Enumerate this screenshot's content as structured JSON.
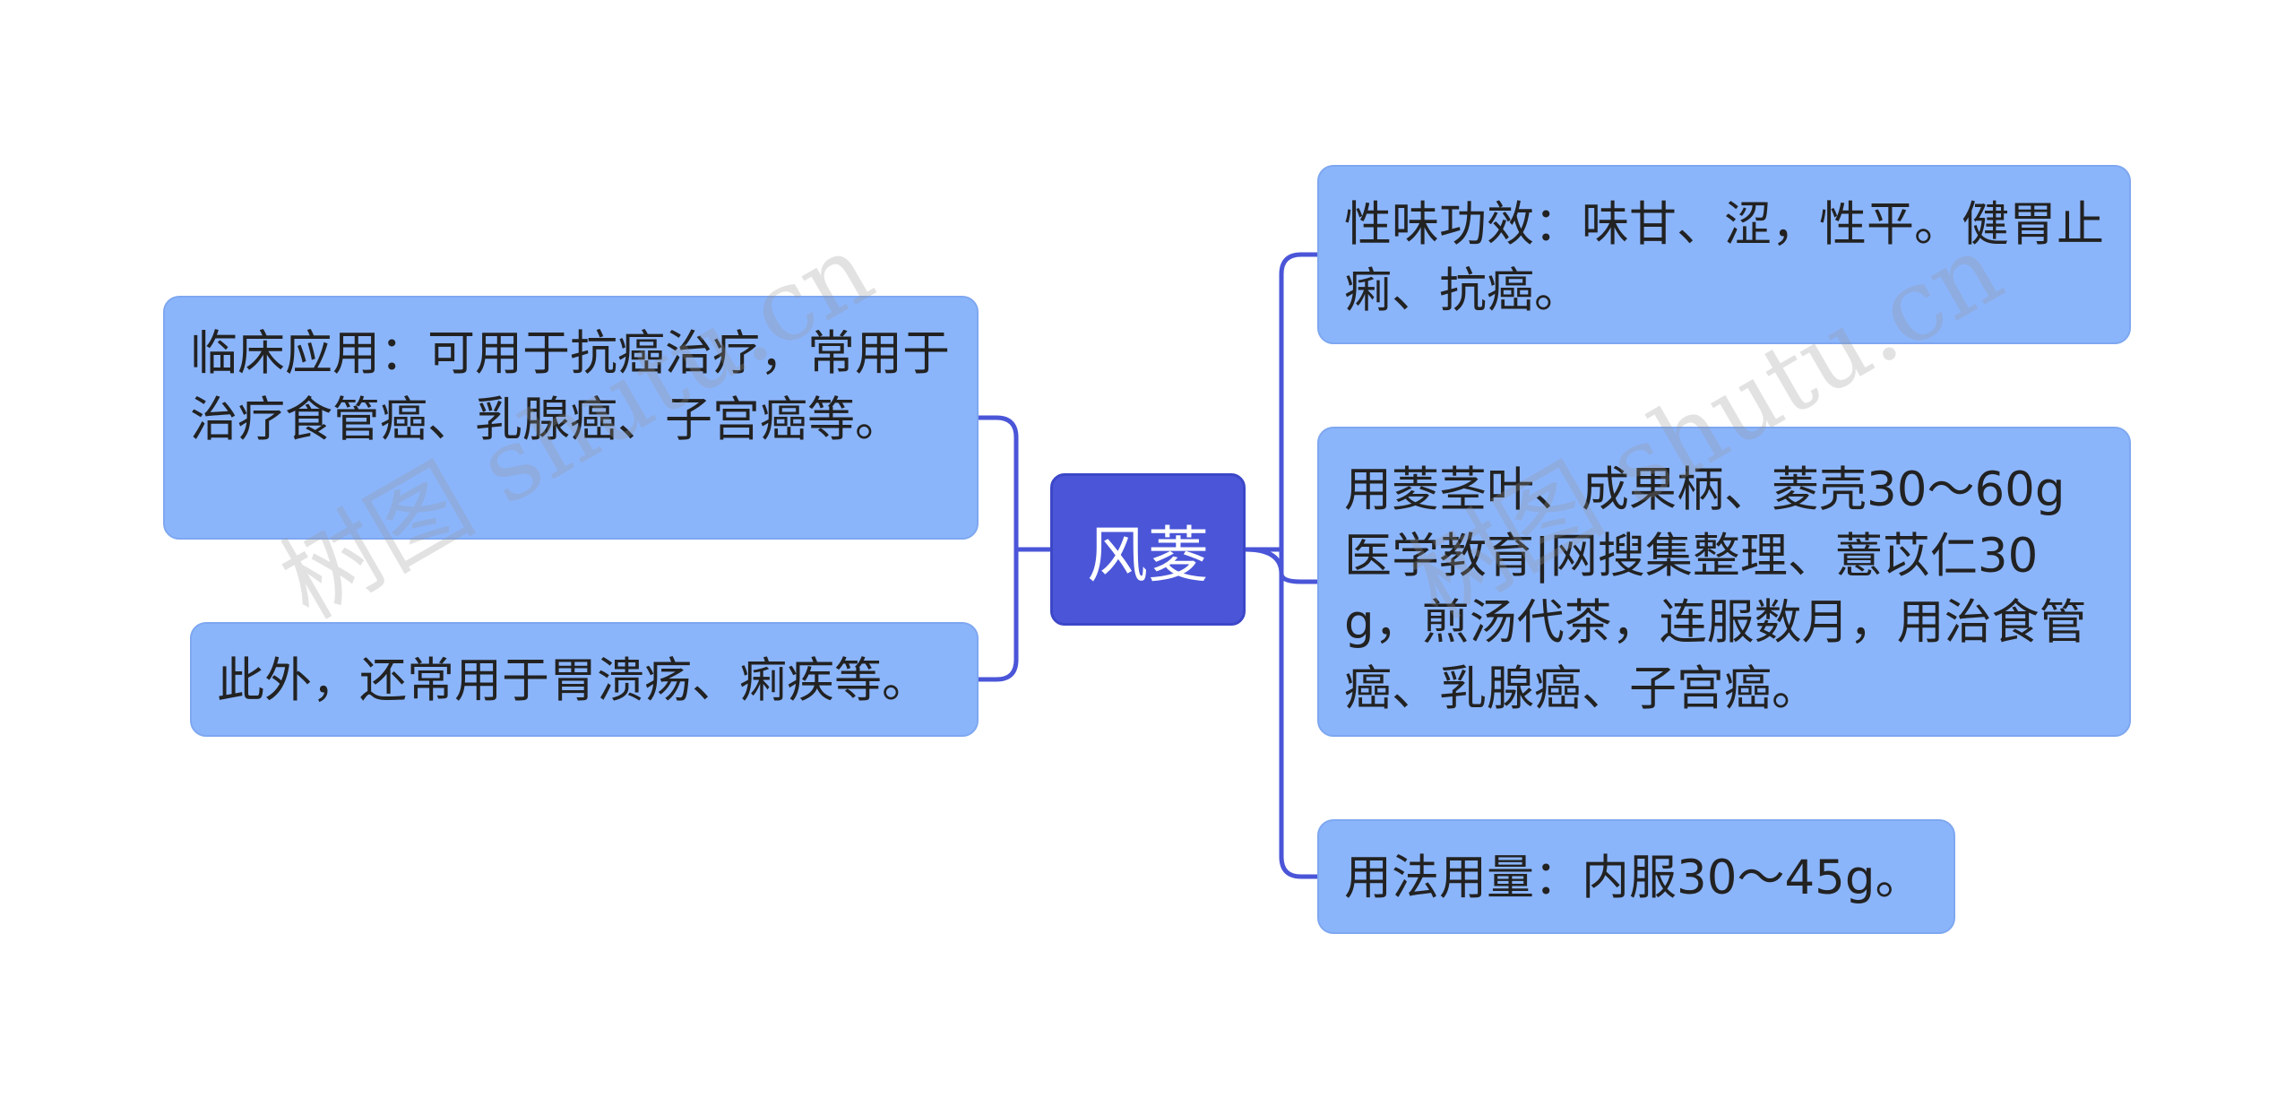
{
  "diagram": {
    "type": "mind-map",
    "center": {
      "label": "风菱"
    },
    "left_branches": [
      {
        "text": "临床应用：可用于抗癌治疗，常用于治疗食管癌、乳腺癌、子宫癌等。"
      },
      {
        "text": "此外，还常用于胃溃疡、痢疾等。"
      }
    ],
    "right_branches": [
      {
        "text": "性味功效：味甘、涩，性平。健胃止痢、抗癌。"
      },
      {
        "text": "用菱茎叶、成果柄、菱壳30～60g医学教育|网搜集整理、薏苡仁30g，煎汤代茶，连服数月，用治食管癌、乳腺癌、子宫癌。"
      },
      {
        "text": "用法用量：内服30～45g。"
      }
    ]
  },
  "watermark": {
    "text": "树图 shutu.cn"
  },
  "colors": {
    "center_fill": "#4a55d8",
    "branch_fill": "#8bb5fb",
    "connector": "#4a55d8",
    "text": "#222222"
  }
}
